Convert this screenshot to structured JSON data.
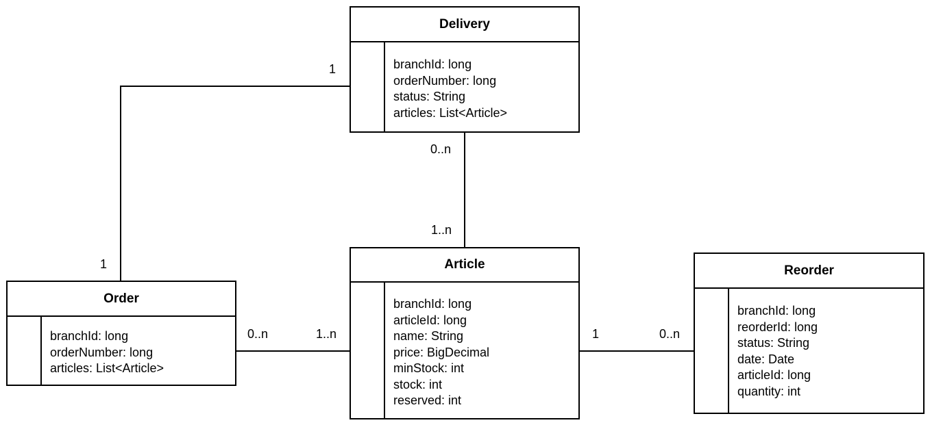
{
  "classes": {
    "delivery": {
      "name": "Delivery",
      "attributes": [
        "branchId: long",
        "orderNumber: long",
        "status: String",
        "articles: List<Article>"
      ]
    },
    "order": {
      "name": "Order",
      "attributes": [
        "branchId: long",
        "orderNumber: long",
        "articles: List<Article>"
      ]
    },
    "article": {
      "name": "Article",
      "attributes": [
        "branchId: long",
        "articleId: long",
        "name: String",
        "price: BigDecimal",
        "minStock: int",
        "stock: int",
        "reserved: int"
      ]
    },
    "reorder": {
      "name": "Reorder",
      "attributes": [
        "branchId: long",
        "reorderId: long",
        "status: String",
        "date: Date",
        "articleId: long",
        "quantity: int"
      ]
    }
  },
  "associations": {
    "delivery_order": {
      "delivery_end": "1",
      "order_end": "1"
    },
    "delivery_article": {
      "delivery_end": "0..n",
      "article_end": "1..n"
    },
    "order_article": {
      "order_end": "0..n",
      "article_end": "1..n"
    },
    "article_reorder": {
      "article_end": "1",
      "reorder_end": "0..n"
    }
  }
}
